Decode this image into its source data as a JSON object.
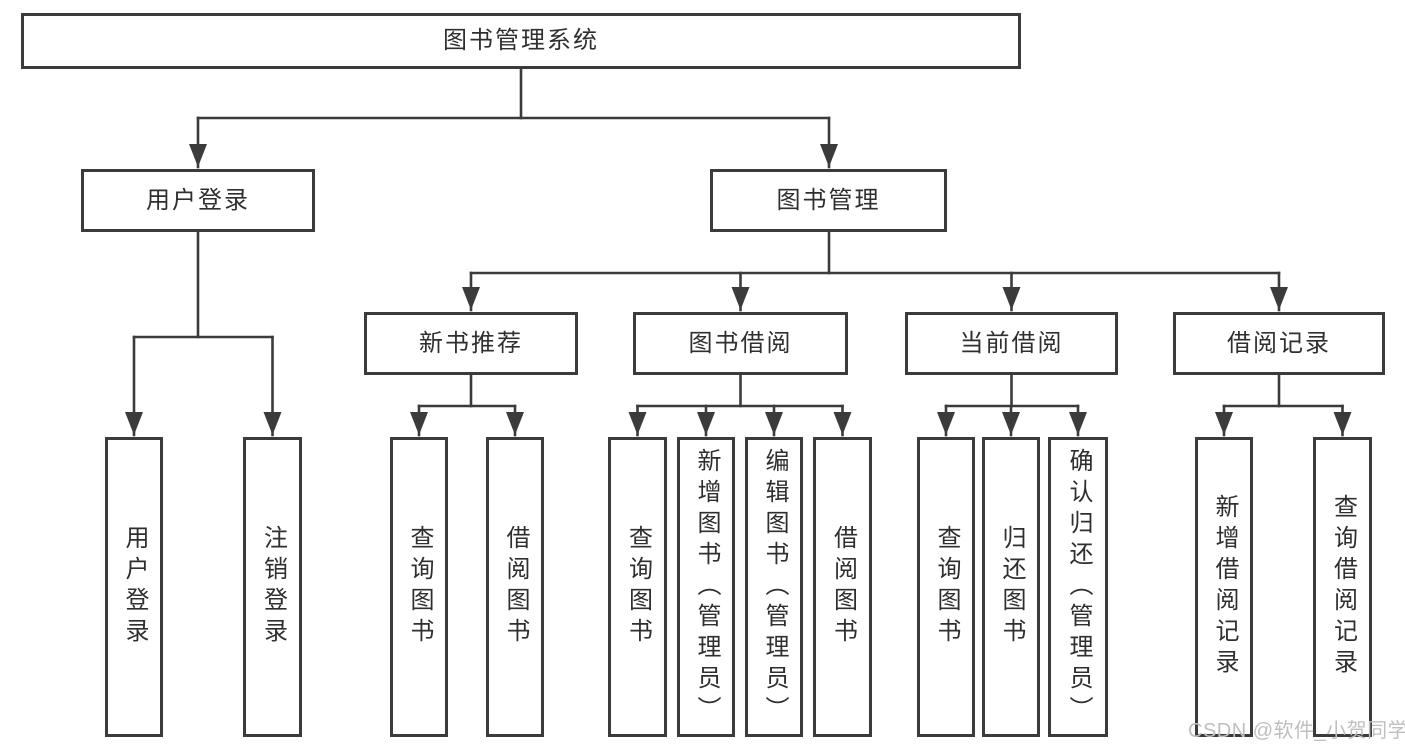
{
  "meta": {
    "type": "hierarchy-diagram",
    "orientation": "top-down"
  },
  "colors": {
    "line": "#3b3b3b",
    "border": "#3b3b3b",
    "text": "#2f2f2f",
    "box_fill": "#ffffff",
    "watermark": "#bfbfbf",
    "bg": "#ffffff"
  },
  "watermark": {
    "text": "CSDN @软件_小贺同学"
  },
  "diagram": {
    "root": {
      "label": "图书管理系统"
    },
    "branches": [
      {
        "label": "用户登录",
        "children": [
          {
            "label": "用户登录"
          },
          {
            "label": "注销登录"
          }
        ]
      },
      {
        "label": "图书管理",
        "children": [
          {
            "label": "新书推荐",
            "children": [
              {
                "label": "查询图书"
              },
              {
                "label": "借阅图书"
              }
            ]
          },
          {
            "label": "图书借阅",
            "children": [
              {
                "label": "查询图书"
              },
              {
                "label": "新增图书（管理员）"
              },
              {
                "label": "编辑图书（管理员）"
              },
              {
                "label": "借阅图书"
              }
            ]
          },
          {
            "label": "当前借阅",
            "children": [
              {
                "label": "查询图书"
              },
              {
                "label": "归还图书"
              },
              {
                "label": "确认归还（管理员）"
              }
            ]
          },
          {
            "label": "借阅记录",
            "children": [
              {
                "label": "新增借阅记录"
              },
              {
                "label": "查询借阅记录"
              }
            ]
          }
        ]
      }
    ]
  }
}
